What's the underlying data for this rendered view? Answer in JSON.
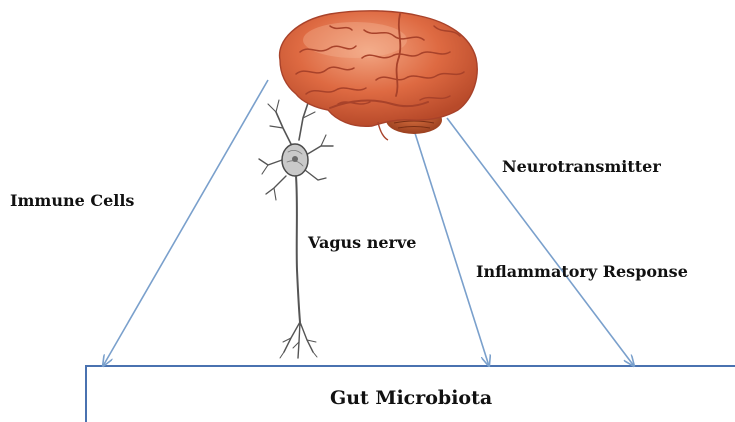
{
  "labels": {
    "immune_cells": "Immune Cells",
    "vagus_nerve": "Vagus nerve",
    "neurotransmitter": "Neurotransmitter",
    "inflammatory_response": "Inflammatory Response",
    "gut_microbiota": "Gut Microbiota"
  },
  "colors": {
    "arrow": "#7aa0cc",
    "box_border": "#4a72b0",
    "brain": "#d8623d",
    "brain_highlight": "#f0a080",
    "brain_fold": "#a8422a",
    "cerebellum": "#b8552f",
    "neuron": "#555555",
    "text": "#111111"
  },
  "icons": [
    "brain-icon",
    "neuron-icon"
  ]
}
